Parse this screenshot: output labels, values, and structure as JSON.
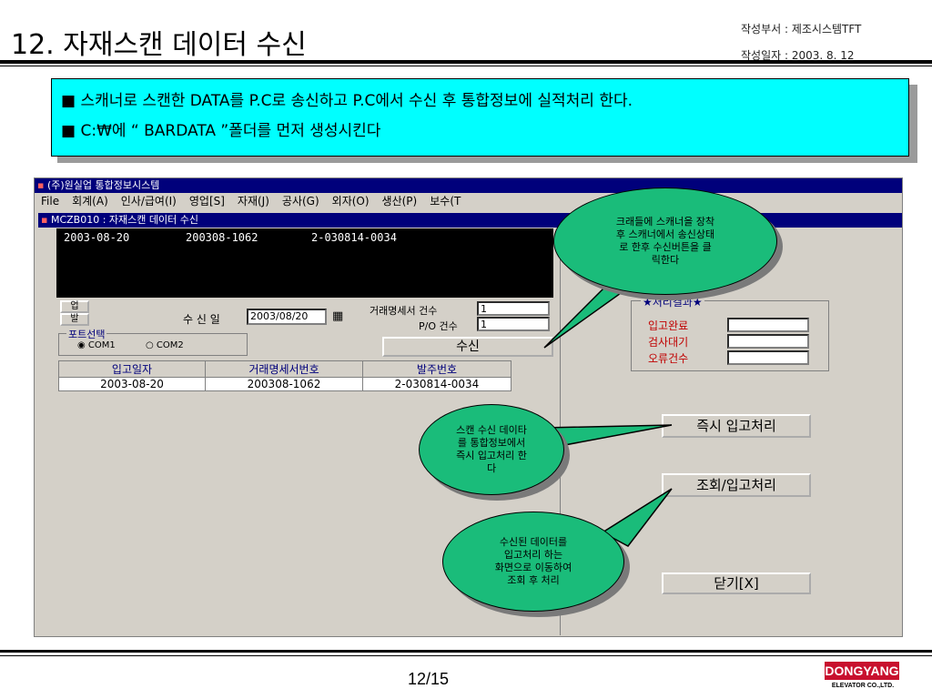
{
  "slide": {
    "title": "12. 자재스캔 데이터 수신",
    "dept": "작성부서 : 제조시스템TFT",
    "date": "작성일자 : 2003. 8. 12"
  },
  "info": {
    "line1": "■ 스캐너로 스캔한 DATA를 P.C로 송신하고 P.C에서 수신 후 통합정보에 실적처리 한다.",
    "line2": "■ C:₩에 “ BARDATA ”폴더를 먼저 생성시킨다"
  },
  "app": {
    "title": "(주)원실업 통합정보시스템",
    "menu": [
      "File",
      "회계(A)",
      "인사/급여(I)",
      "영업[S]",
      "자재(J)",
      "공사(G)",
      "외자(O)",
      "생산(P)",
      "보수(T"
    ],
    "child_title": "MCZB010 : 자재스캔 데이터 수신",
    "panel_row": {
      "date": "2003-08-20",
      "doc": "200308-1062",
      "po": "2-030814-0034"
    },
    "btn_up": "업",
    "btn_down": "발",
    "recv_date_label": "수 신 일",
    "recv_date_value": "2003/08/20",
    "doc_count_label": "거래명세서 건수",
    "doc_count_value": "1",
    "po_count_label": "P/O 건수",
    "po_count_value": "1",
    "port_label": "포트선택",
    "port_com1": "COM1",
    "port_com2": "COM2",
    "recv_button": "수신",
    "grid": {
      "headers": [
        "입고일자",
        "거래명세서번호",
        "발주번호"
      ],
      "rows": [
        [
          "2003-08-20",
          "200308-1062",
          "2-030814-0034"
        ]
      ]
    },
    "result_label": "★처리결과★",
    "result_items": [
      "입고완료",
      "검사대기",
      "오류건수"
    ],
    "btn_immediate": "즉시 입고처리",
    "btn_query": "조회/입고처리",
    "btn_close": "닫기[X]"
  },
  "callouts": {
    "c1": [
      "크래들에 스캐너을 장착",
      "후 스캐너에서 송신상태",
      "로 한후 수신버튼을 클",
      "릭한다"
    ],
    "c2": [
      "스캔 수신 데이타",
      "를 통합정보에서",
      "즉시 입고처리 한",
      "다"
    ],
    "c3": [
      "수신된 데이터를",
      "입고처리 하는",
      "화면으로 이동하여",
      "조회 후 처리"
    ]
  },
  "footer": {
    "page": "12/15",
    "logo": "DONGYANG",
    "logo_sub": "ELEVATOR CO.,LTD."
  },
  "colors": {
    "info_bg": "#00ffff",
    "callout": "#1abc7a",
    "titlebar": "#00007b",
    "logo": "#c8102e"
  }
}
